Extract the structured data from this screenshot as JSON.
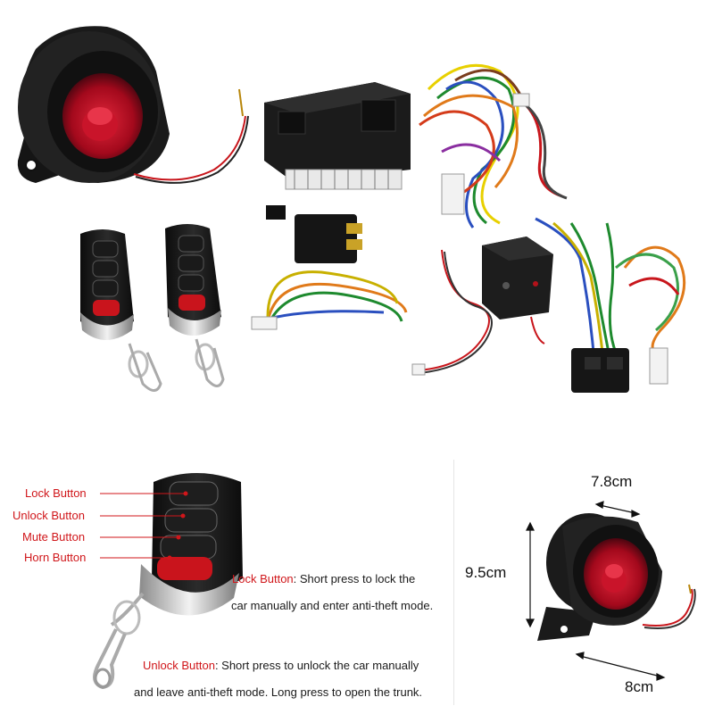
{
  "callouts": {
    "lock": "Lock Button",
    "unlock": "Unlock Button",
    "mute": "Mute Button",
    "horn": "Horn Button"
  },
  "descriptions": {
    "lock_title": "Lock Button",
    "lock_line1": ": Short press to lock the",
    "lock_line2": "car manually and enter anti-theft mode.",
    "unlock_title": "Unlock Button",
    "unlock_line1": ": Short press to unlock the car manually",
    "unlock_line2": "and leave anti-theft mode. Long press to open the trunk."
  },
  "dimensions": {
    "width": "7.8cm",
    "height": "9.5cm",
    "depth": "8cm"
  },
  "colors": {
    "accent_red": "#d0161a",
    "device_black": "#1c1c1c"
  },
  "icons": [
    "lock-icon",
    "unlock-icon",
    "mute-icon",
    "horn-icon"
  ]
}
